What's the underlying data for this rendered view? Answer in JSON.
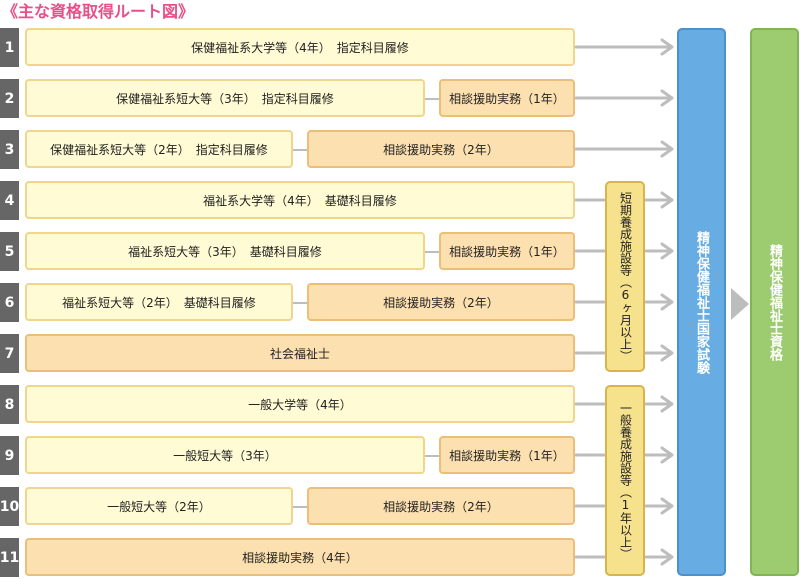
{
  "title": "《主な資格取得ルート図》",
  "rows": [
    {
      "num": "1",
      "main": "保健福祉系大学等（4年）　指定科目履修"
    },
    {
      "num": "2",
      "main": "保健福祉系短大等（3年）　指定科目履修",
      "practice": "相談援助実務（1年）"
    },
    {
      "num": "3",
      "main": "保健福祉系短大等（2年）　指定科目履修",
      "practice": "相談援助実務（2年）"
    },
    {
      "num": "4",
      "main": "福祉系大学等（4年）　基礎科目履修"
    },
    {
      "num": "5",
      "main": "福祉系短大等（3年）　基礎科目履修",
      "practice": "相談援助実務（1年）"
    },
    {
      "num": "6",
      "main": "福祉系短大等（2年）　基礎科目履修",
      "practice": "相談援助実務（2年）"
    },
    {
      "num": "7",
      "main": "社会福祉士"
    },
    {
      "num": "8",
      "main": "一般大学等（4年）"
    },
    {
      "num": "9",
      "main": "一般短大等（3年）",
      "practice": "相談援助実務（1年）"
    },
    {
      "num": "10",
      "main": "一般短大等（2年）",
      "practice": "相談援助実務（2年）"
    },
    {
      "num": "11",
      "main": "相談援助実務（4年）"
    }
  ],
  "facilities": {
    "short": "短期養成施設等（6ヶ月以上）",
    "general": "一般養成施設等（1年以上）"
  },
  "exam": "精神保健福祉士国家試験",
  "qualification": "精神保健福祉士資格",
  "colors": {
    "title": "#e8508a",
    "number_bg": "#666666",
    "box_yellow": "#fffbd4",
    "box_peach": "#fde0b0",
    "facility": "#f6e28d",
    "exam": "#67ade3",
    "qualification": "#9dcc70",
    "arrow": "#bdbdbd"
  }
}
